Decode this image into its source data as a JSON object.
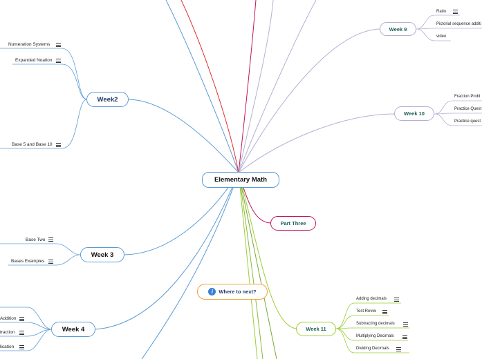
{
  "root": {
    "label": "Elementary Math"
  },
  "branches": {
    "week2": {
      "label": "Week2",
      "items": [
        "Numeration Systems",
        "Expanded Noation",
        "Base 5 and Base 10"
      ]
    },
    "week3": {
      "label": "Week 3",
      "items": [
        "Base Two",
        "Bases Examples"
      ]
    },
    "week4": {
      "label": "Week 4",
      "items": [
        "Addition",
        "traction",
        "lication"
      ]
    },
    "week9": {
      "label": "Week 9",
      "items": [
        "Ratio",
        "Pictorial sequence additi",
        "video"
      ]
    },
    "week10": {
      "label": "Week 10",
      "items": [
        "Fraction Probl",
        "Practice Quest",
        "Practice quest"
      ]
    },
    "part3": {
      "label": "Part Three"
    },
    "where": {
      "label": "Where to next?",
      "icon": "info-icon"
    },
    "week11": {
      "label": "Week 11",
      "items": [
        "Adding decimals",
        "Test Reviw",
        "Subtracting decimals",
        "Multiplying Decimals",
        "Dividing Decimals"
      ]
    }
  },
  "colors": {
    "blue": "#5b9bd5",
    "navy": "#1f3864",
    "lavender": "#b4b0d4",
    "teal": "#1b5e5a",
    "crimson": "#c0145a",
    "orange": "#f0a030",
    "green": "#9acd32",
    "red": "#e03030"
  }
}
